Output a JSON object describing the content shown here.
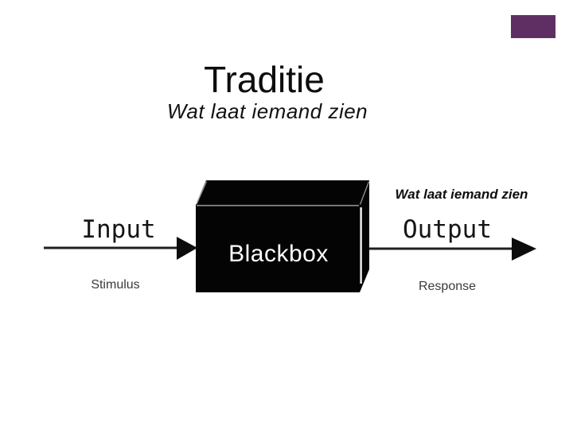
{
  "slide": {
    "title": "Traditie",
    "subtitle": "Wat laat iemand zien",
    "accent_color": "#5F2F63"
  },
  "diagram": {
    "annotation": "Wat laat iemand zien",
    "box_label": "Blackbox",
    "input_label": "Input",
    "input_sublabel": "Stimulus",
    "output_label": "Output",
    "output_sublabel": "Response"
  }
}
